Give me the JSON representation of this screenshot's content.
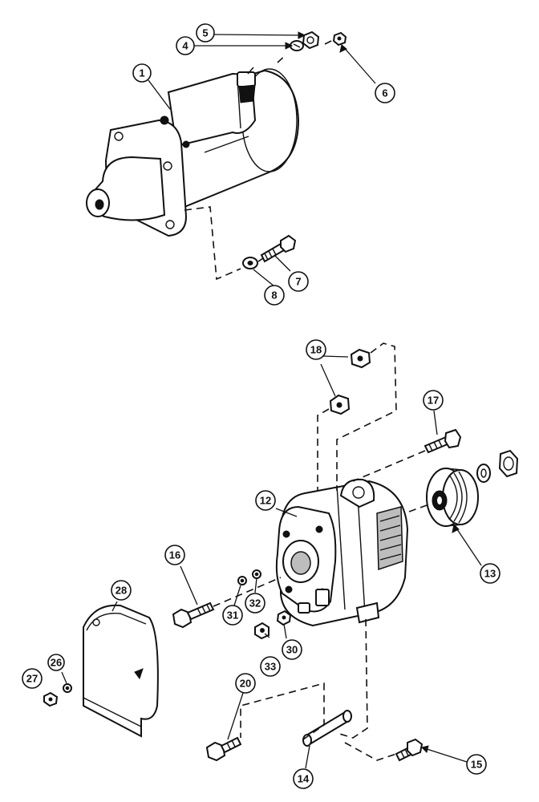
{
  "diagram": {
    "callouts": [
      {
        "id": "c1",
        "label": "1"
      },
      {
        "id": "c4",
        "label": "4"
      },
      {
        "id": "c5",
        "label": "5"
      },
      {
        "id": "c6",
        "label": "6"
      },
      {
        "id": "c7",
        "label": "7"
      },
      {
        "id": "c8",
        "label": "8"
      },
      {
        "id": "c12",
        "label": "12"
      },
      {
        "id": "c13",
        "label": "13"
      },
      {
        "id": "c14",
        "label": "14"
      },
      {
        "id": "c15",
        "label": "15"
      },
      {
        "id": "c16",
        "label": "16"
      },
      {
        "id": "c17",
        "label": "17"
      },
      {
        "id": "c18",
        "label": "18"
      },
      {
        "id": "c20",
        "label": "20"
      },
      {
        "id": "c26",
        "label": "26"
      },
      {
        "id": "c27",
        "label": "27"
      },
      {
        "id": "c28",
        "label": "28"
      },
      {
        "id": "c30",
        "label": "30"
      },
      {
        "id": "c31",
        "label": "31"
      },
      {
        "id": "c32",
        "label": "32"
      },
      {
        "id": "c33",
        "label": "33"
      }
    ]
  }
}
